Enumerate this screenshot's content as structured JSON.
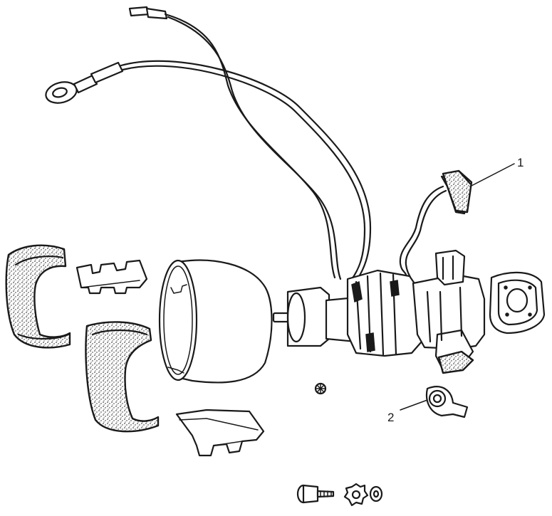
{
  "callouts": [
    {
      "label": "1",
      "part": "brush-holder-lead"
    },
    {
      "label": "2",
      "part": "bracket-with-grommet"
    }
  ],
  "ink_color": "#1a1a1a",
  "background": "#ffffff"
}
